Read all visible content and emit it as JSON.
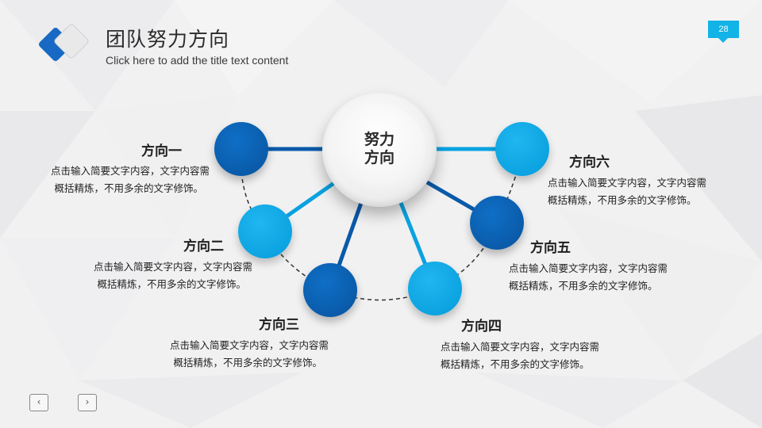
{
  "header": {
    "title": "团队努力方向",
    "subtitle": "Click here to add the title text content",
    "page_number": "28"
  },
  "diagram": {
    "center_line1": "努力",
    "center_line2": "方向",
    "items": [
      {
        "title": "方向一",
        "desc_line1": "点击输入简要文字内容，文字内容需",
        "desc_line2": "概括精炼，不用多余的文字修饰。"
      },
      {
        "title": "方向二",
        "desc_line1": "点击输入简要文字内容，文字内容需",
        "desc_line2": "概括精炼，不用多余的文字修饰。"
      },
      {
        "title": "方向三",
        "desc_line1": "点击输入简要文字内容，文字内容需",
        "desc_line2": "概括精炼，不用多余的文字修饰。"
      },
      {
        "title": "方向四",
        "desc_line1": "点击输入简要文字内容，文字内容需",
        "desc_line2": "概括精炼，不用多余的文字修饰。"
      },
      {
        "title": "方向五",
        "desc_line1": "点击输入简要文字内容，文字内容需",
        "desc_line2": "概括精炼，不用多余的文字修饰。"
      },
      {
        "title": "方向六",
        "desc_line1": "点击输入简要文字内容，文字内容需",
        "desc_line2": "概括精炼，不用多余的文字修饰。"
      }
    ]
  },
  "nav": {
    "prev_icon": "chevron-left-icon",
    "next_icon": "chevron-right-icon"
  },
  "colors": {
    "dark_blue": "#0a5aa8",
    "light_blue": "#0aa2e0",
    "badge": "#12b3e6"
  }
}
